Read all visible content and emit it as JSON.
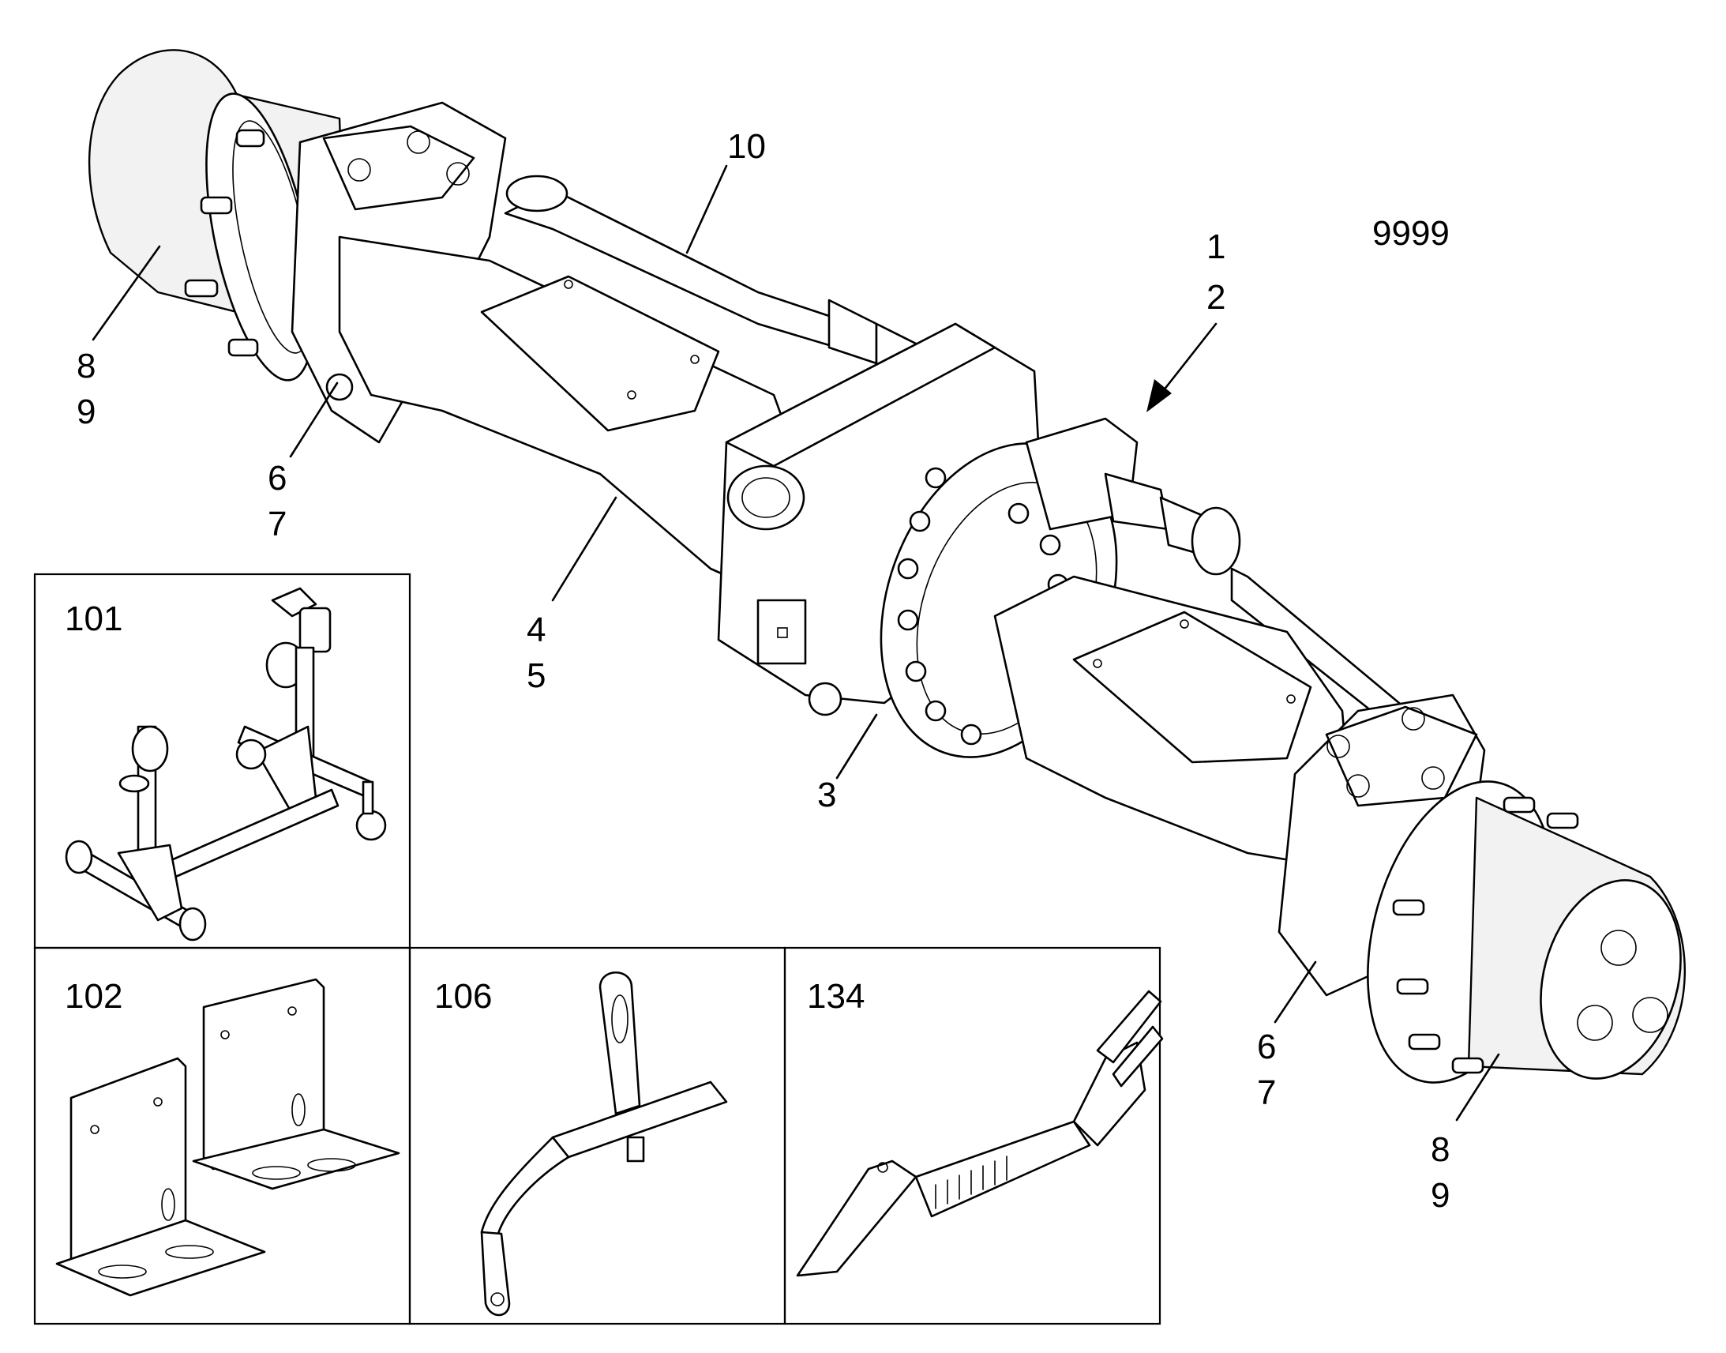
{
  "figure_number": "9999",
  "callouts": {
    "c1": "1",
    "c2": "2",
    "c3": "3",
    "c4": "4",
    "c5": "5",
    "c6_left": "6",
    "c7_left": "7",
    "c8_left": "8",
    "c9_left": "9",
    "c10": "10",
    "c6_right": "6",
    "c7_right": "7",
    "c8_right": "8",
    "c9_right": "9"
  },
  "tool_panels": {
    "p101": "101",
    "p102": "102",
    "p106": "106",
    "p134": "134"
  },
  "icons": {
    "axle": "axle-assembly-icon",
    "stand": "axle-stand-icon",
    "brackets": "angle-bracket-icon",
    "lever": "lever-tool-icon",
    "wrench": "hydraulic-wrench-icon"
  }
}
